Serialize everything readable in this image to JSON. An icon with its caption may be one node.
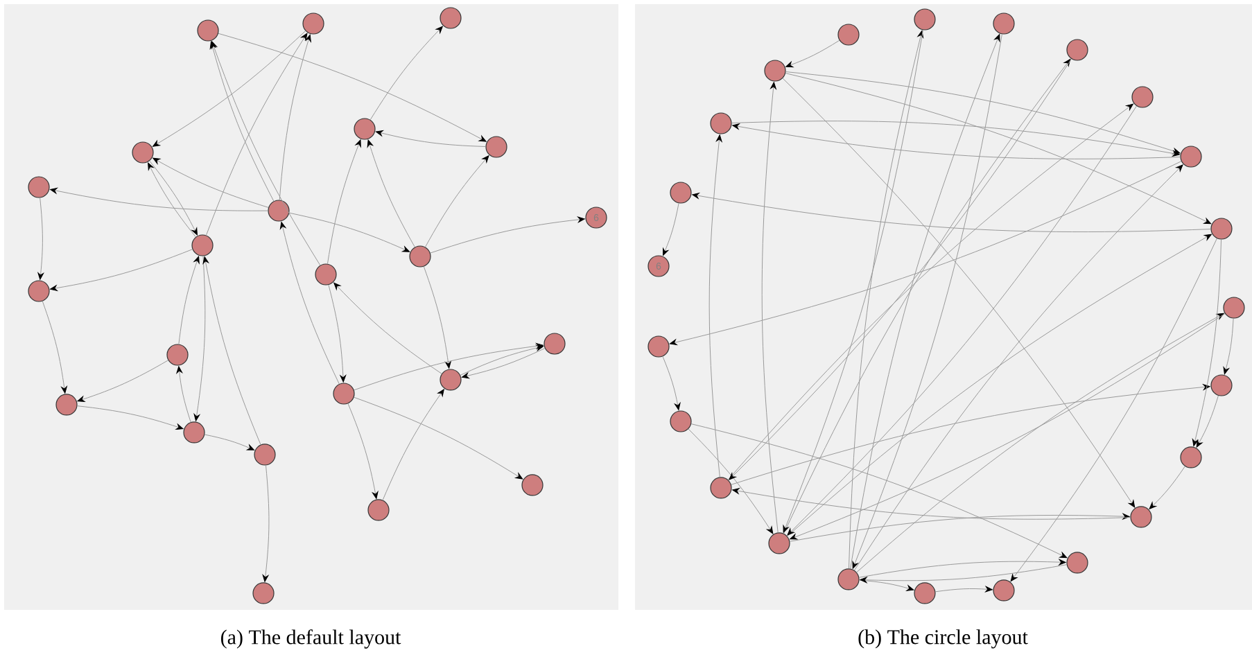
{
  "diagram": {
    "nodes": [
      {
        "text": [],
        "shape": "circle"
      },
      {
        "text": [],
        "shape": "circle"
      },
      {
        "text": [],
        "shape": "circle"
      },
      {
        "text": [],
        "shape": "circle"
      },
      {
        "text": [],
        "shape": "circle"
      },
      {
        "text": [],
        "shape": "circle"
      },
      {
        "text": [],
        "shape": "circle"
      },
      {
        "text": [
          "6"
        ]
      },
      {
        "text": [],
        "shape": "circle"
      },
      {
        "text": [],
        "shape": "circle"
      },
      {
        "text": [],
        "shape": "circle"
      },
      {
        "text": [],
        "shape": "circle"
      },
      {
        "text": [],
        "shape": "circle"
      },
      {
        "text": [],
        "shape": "circle"
      },
      {
        "text": [],
        "shape": "circle"
      },
      {
        "text": [],
        "shape": "circle"
      },
      {
        "text": [],
        "shape": "circle"
      },
      {
        "text": [],
        "shape": "circle"
      },
      {
        "text": [],
        "shape": "circle"
      },
      {
        "text": [],
        "shape": "circle"
      },
      {
        "text": [],
        "shape": "circle"
      },
      {
        "text": [],
        "shape": "circle"
      },
      {
        "text": [],
        "shape": "circle"
      },
      {
        "text": [],
        "shape": "circle"
      },
      {
        "text": [],
        "shape": "circle"
      },
      {
        "text": [],
        "shape": "circle"
      },
      {
        "text": [],
        "shape": "circle"
      },
      {
        "text": [],
        "shape": "circle"
      },
      {
        "text": [],
        "shape": "circle"
      },
      {
        "text": [],
        "shape": "circle"
      },
      {
        "text": [],
        "shape": "circle"
      },
      {
        "text": [],
        "shape": "circle"
      },
      {
        "text": [],
        "shape": "circle"
      },
      {
        "text": [],
        "shape": "circle"
      },
      {
        "text": [
          "6"
        ]
      },
      {
        "text": [],
        "shape": "circle"
      },
      {
        "text": [],
        "shape": "circle"
      },
      {
        "text": [],
        "shape": "circle"
      },
      {
        "text": [],
        "shape": "circle"
      },
      {
        "text": [],
        "shape": "circle"
      },
      {
        "text": [],
        "shape": "circle"
      },
      {
        "text": [],
        "shape": "circle"
      },
      {
        "text": [],
        "shape": "circle"
      },
      {
        "text": [],
        "shape": "circle"
      },
      {
        "text": [],
        "shape": "circle"
      },
      {
        "text": [],
        "shape": "circle"
      }
    ],
    "edges": [
      {
        "from": 8,
        "to": 1,
        "arrow": "to"
      },
      {
        "from": 8,
        "to": 0,
        "arrow": "to"
      },
      {
        "from": 8,
        "to": 3,
        "arrow": "to"
      },
      {
        "from": 8,
        "to": 6,
        "arrow": "to"
      },
      {
        "from": 9,
        "to": 3,
        "arrow": "to"
      },
      {
        "from": 9,
        "to": 12,
        "arrow": "to"
      },
      {
        "from": 10,
        "to": 4,
        "arrow": "to"
      },
      {
        "from": 11,
        "to": 5,
        "arrow": "to"
      },
      {
        "from": 11,
        "to": 7,
        "arrow": "to"
      },
      {
        "from": 4,
        "to": 2,
        "arrow": "to"
      },
      {
        "from": 17,
        "to": 21,
        "arrow": "to"
      },
      {
        "from": 18,
        "to": 14,
        "arrow": "to"
      },
      {
        "from": 13,
        "to": 15,
        "arrow": "to"
      },
      {
        "from": 16,
        "to": 19,
        "arrow": "to"
      },
      {
        "from": 10,
        "to": 0,
        "arrow": "to"
      },
      {
        "from": 9,
        "to": 1,
        "arrow": "to"
      },
      {
        "from": 11,
        "to": 4,
        "arrow": "to"
      },
      {
        "from": 17,
        "to": 8,
        "arrow": "to"
      },
      {
        "from": 18,
        "to": 10,
        "arrow": "to"
      },
      {
        "from": 12,
        "to": 15,
        "arrow": "to"
      },
      {
        "from": 6,
        "to": 12,
        "arrow": "to"
      },
      {
        "from": 19,
        "to": 22,
        "arrow": "to"
      },
      {
        "from": 17,
        "to": 20,
        "arrow": "to"
      },
      {
        "from": 14,
        "to": 18,
        "arrow": "to"
      },
      {
        "from": 5,
        "to": 4,
        "arrow": "to"
      },
      {
        "from": 1,
        "to": 3,
        "arrow": "to"
      },
      {
        "from": 16,
        "to": 13,
        "arrow": "to"
      },
      {
        "from": 10,
        "to": 17,
        "arrow": "to"
      },
      {
        "from": 9,
        "to": 16,
        "arrow": "to"
      },
      {
        "from": 11,
        "to": 18,
        "arrow": "to"
      },
      {
        "from": 21,
        "to": 18,
        "arrow": "to"
      },
      {
        "from": 13,
        "to": 9,
        "arrow": "to"
      },
      {
        "from": 8,
        "to": 11,
        "arrow": "to"
      },
      {
        "from": 15,
        "to": 16,
        "arrow": "to"
      },
      {
        "from": 19,
        "to": 9,
        "arrow": "to"
      },
      {
        "from": 0,
        "to": 5,
        "arrow": "to"
      },
      {
        "from": 3,
        "to": 9,
        "arrow": "to"
      },
      {
        "from": 17,
        "to": 14,
        "arrow": "to"
      },
      {
        "from": 39,
        "to": 25,
        "arrow": "to"
      },
      {
        "from": 39,
        "to": 26,
        "arrow": "to"
      },
      {
        "from": 39,
        "to": 29,
        "arrow": "to"
      },
      {
        "from": 39,
        "to": 31,
        "arrow": "to"
      },
      {
        "from": 39,
        "to": 42,
        "arrow": "to"
      },
      {
        "from": 39,
        "to": 40,
        "arrow": "to"
      },
      {
        "from": 38,
        "to": 27,
        "arrow": "to"
      },
      {
        "from": 38,
        "to": 30,
        "arrow": "to"
      },
      {
        "from": 38,
        "to": 43,
        "arrow": "to"
      },
      {
        "from": 38,
        "to": 24,
        "arrow": "to"
      },
      {
        "from": 37,
        "to": 28,
        "arrow": "to"
      },
      {
        "from": 37,
        "to": 45,
        "arrow": "to"
      },
      {
        "from": 37,
        "to": 32,
        "arrow": "to"
      },
      {
        "from": 24,
        "to": 29,
        "arrow": "to"
      },
      {
        "from": 24,
        "to": 30,
        "arrow": "to"
      },
      {
        "from": 24,
        "to": 43,
        "arrow": "to"
      },
      {
        "from": 29,
        "to": 32,
        "arrow": "to"
      },
      {
        "from": 29,
        "to": 35,
        "arrow": "to"
      },
      {
        "from": 30,
        "to": 33,
        "arrow": "to"
      },
      {
        "from": 30,
        "to": 44,
        "arrow": "to"
      },
      {
        "from": 30,
        "to": 41,
        "arrow": "to"
      },
      {
        "from": 32,
        "to": 29,
        "arrow": "to"
      },
      {
        "from": 33,
        "to": 34,
        "arrow": "to"
      },
      {
        "from": 35,
        "to": 36,
        "arrow": "to"
      },
      {
        "from": 36,
        "to": 38,
        "arrow": "to"
      },
      {
        "from": 27,
        "to": 37,
        "arrow": "to"
      },
      {
        "from": 26,
        "to": 39,
        "arrow": "to"
      },
      {
        "from": 28,
        "to": 38,
        "arrow": "to"
      },
      {
        "from": 43,
        "to": 37,
        "arrow": "to"
      },
      {
        "from": 42,
        "to": 39,
        "arrow": "to"
      },
      {
        "from": 40,
        "to": 41,
        "arrow": "to"
      },
      {
        "from": 25,
        "to": 38,
        "arrow": "to"
      },
      {
        "from": 31,
        "to": 45,
        "arrow": "to"
      },
      {
        "from": 45,
        "to": 44,
        "arrow": "to"
      },
      {
        "from": 44,
        "to": 43,
        "arrow": "to"
      },
      {
        "from": 23,
        "to": 24,
        "arrow": "to"
      },
      {
        "from": 36,
        "to": 42,
        "arrow": "to"
      },
      {
        "from": 31,
        "to": 38,
        "arrow": "to"
      }
    ],
    "labels": [
      "(a) The default layout",
      "(b) The circle layout"
    ]
  }
}
